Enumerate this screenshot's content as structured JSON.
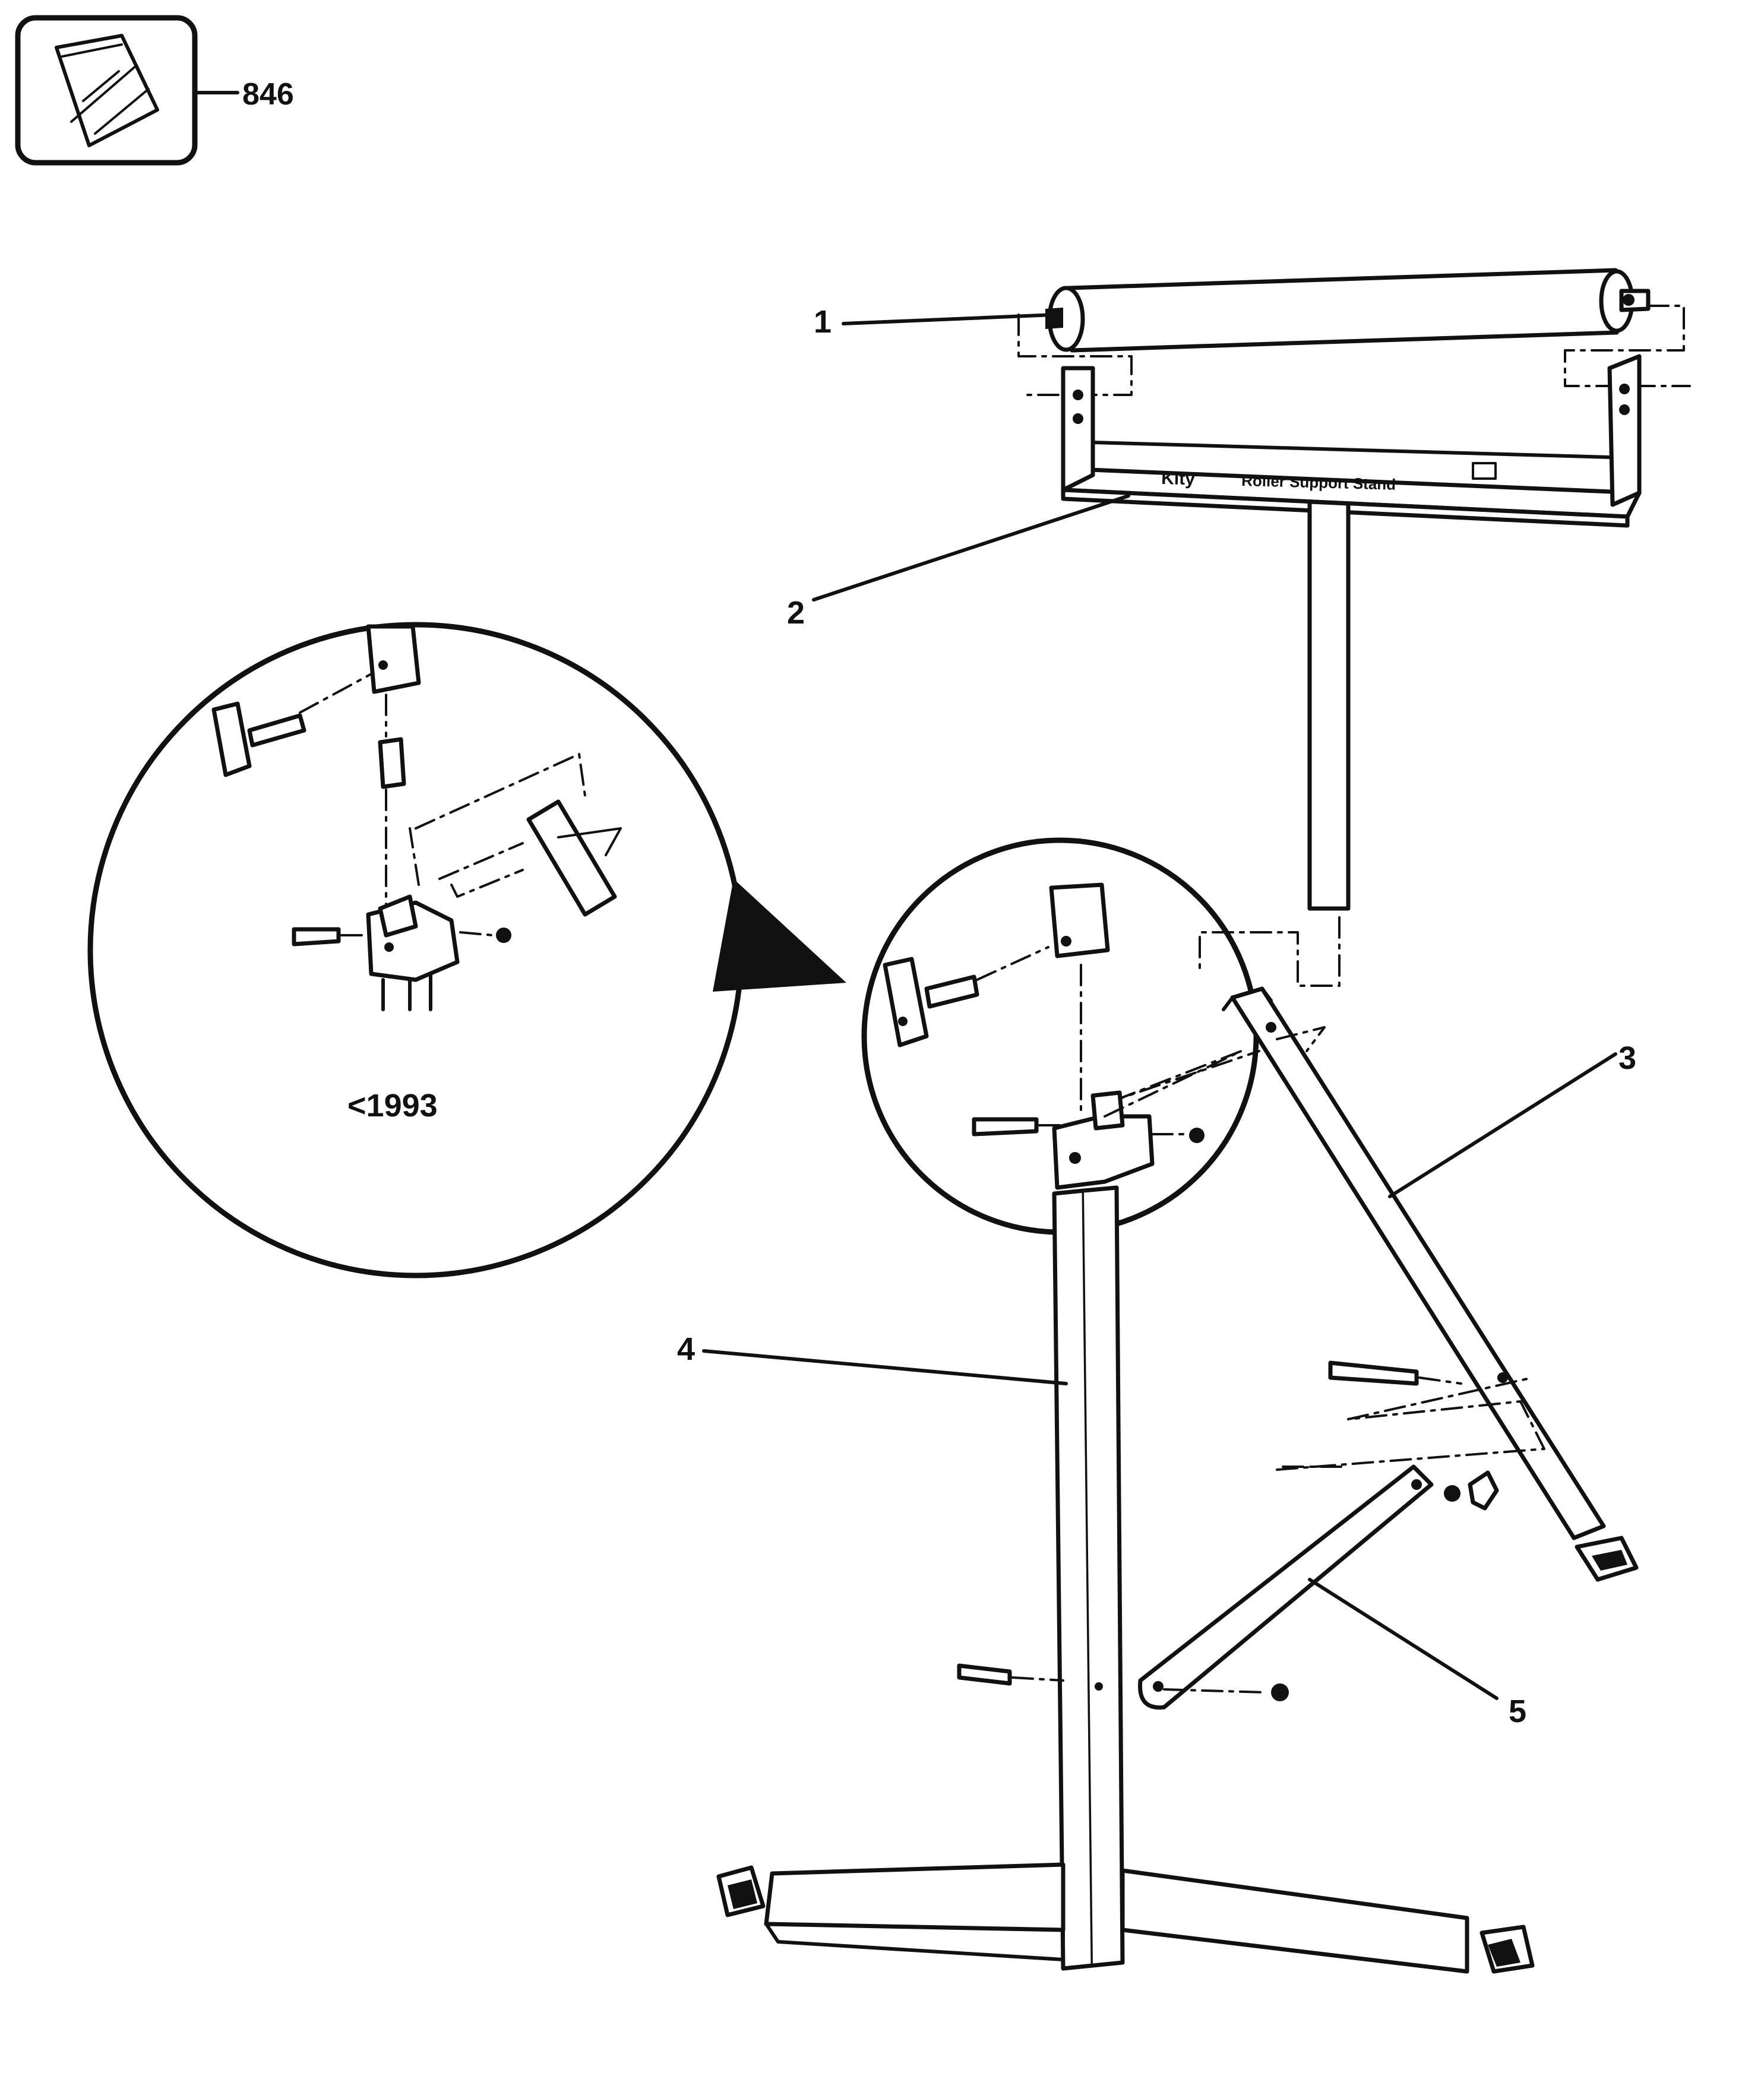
{
  "callouts": {
    "kit": "846",
    "roller": "1",
    "frame": "2",
    "leg_rear": "3",
    "leg_main": "4",
    "brace": "5"
  },
  "inset": {
    "label": "<1993"
  },
  "frame_text": {
    "brand": "Kity",
    "name": "Roller Support Stand"
  }
}
